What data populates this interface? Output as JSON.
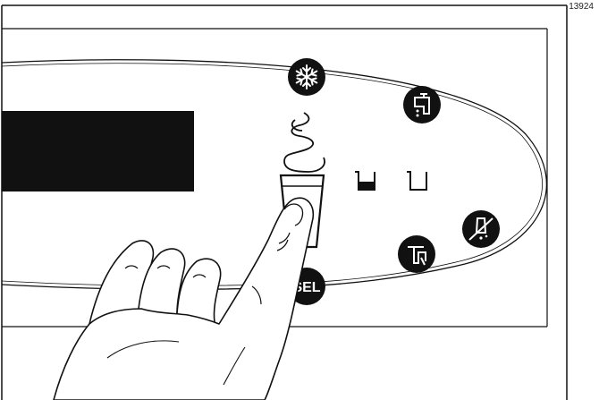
{
  "figure": {
    "id": "13924"
  },
  "panel": {
    "display": {
      "state": "blank"
    },
    "controls": [
      {
        "id": "freeze",
        "icon": "snowflake-icon"
      },
      {
        "id": "dispense",
        "icon": "dispenser-icon"
      },
      {
        "id": "cone",
        "icon": "soft-serve-cone-icon",
        "state": "pressed"
      },
      {
        "id": "hopper-low",
        "icon": "hopper-low-level-icon"
      },
      {
        "id": "hopper-empty",
        "icon": "hopper-empty-icon"
      },
      {
        "id": "no-mix",
        "icon": "no-mix-icon"
      },
      {
        "id": "wash",
        "icon": "wash-faucet-icon"
      },
      {
        "id": "select",
        "icon": "sel-icon",
        "label": "SEL"
      }
    ]
  },
  "colors": {
    "ink": "#111111",
    "paper": "#ffffff"
  }
}
